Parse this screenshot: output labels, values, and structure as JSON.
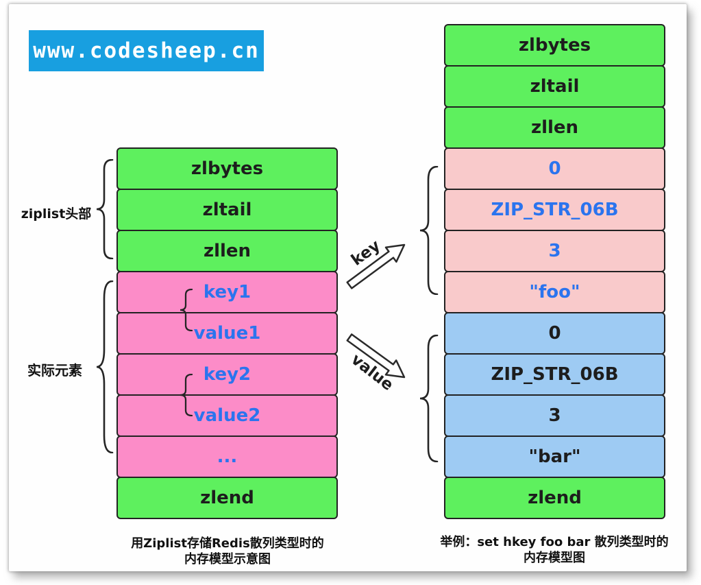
{
  "watermark": {
    "text": "www.codesheep.cn"
  },
  "labels": {
    "header_group": "ziplist头部",
    "elements_group": "实际元素",
    "key_arrow": "key",
    "value_arrow": "value"
  },
  "left_column": {
    "rows": [
      {
        "label": "zlbytes",
        "kind": "header"
      },
      {
        "label": "zltail",
        "kind": "header"
      },
      {
        "label": "zllen",
        "kind": "header"
      },
      {
        "label": "key1",
        "kind": "entry"
      },
      {
        "label": "value1",
        "kind": "entry"
      },
      {
        "label": "key2",
        "kind": "entry"
      },
      {
        "label": "value2",
        "kind": "entry"
      },
      {
        "label": "...",
        "kind": "entry"
      },
      {
        "label": "zlend",
        "kind": "end"
      }
    ],
    "caption": [
      "用Ziplist存储Redis散列类型时的",
      "内存模型示意图"
    ]
  },
  "right_column": {
    "rows": [
      {
        "label": "zlbytes",
        "kind": "header"
      },
      {
        "label": "zltail",
        "kind": "header"
      },
      {
        "label": "zllen",
        "kind": "header"
      },
      {
        "label": "0",
        "kind": "key-entry"
      },
      {
        "label": "ZIP_STR_06B",
        "kind": "key-entry"
      },
      {
        "label": "3",
        "kind": "key-entry"
      },
      {
        "label": "\"foo\"",
        "kind": "key-entry"
      },
      {
        "label": "0",
        "kind": "value-entry"
      },
      {
        "label": "ZIP_STR_06B",
        "kind": "value-entry"
      },
      {
        "label": "3",
        "kind": "value-entry"
      },
      {
        "label": "\"bar\"",
        "kind": "value-entry"
      },
      {
        "label": "zlend",
        "kind": "end"
      }
    ],
    "caption": [
      "举例：set hkey foo bar 散列类型时的",
      "内存模型图"
    ]
  },
  "colors": {
    "watermark-bg": "#189fe0",
    "green": "#5ef05e",
    "hot-pink": "#fc8cc8",
    "light-pink": "#f9cacb",
    "light-blue": "#9ecbf3",
    "blue-text": "#2b74ee",
    "ink": "#1e1e1e"
  }
}
